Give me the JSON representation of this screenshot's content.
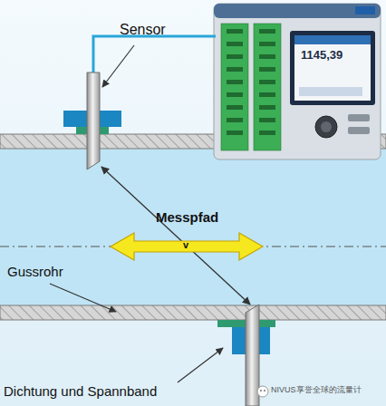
{
  "diagram": {
    "labels": [
      "Sensor",
      "1145,39",
      "Messpfad",
      "v",
      "Gussrohr",
      "Dichtung und Spannband",
      "NIVUS享誉全球的流量计"
    ]
  }
}
